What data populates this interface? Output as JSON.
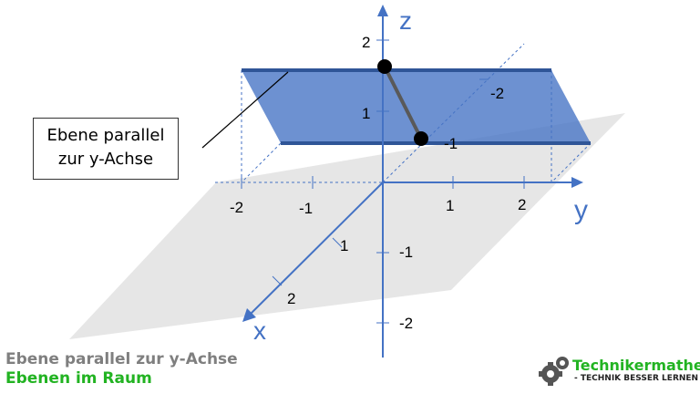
{
  "diagram": {
    "axes": {
      "x": "x",
      "y": "y",
      "z": "z"
    },
    "y_ticks": [
      "-2",
      "-1",
      "1",
      "2"
    ],
    "z_ticks": [
      "2",
      "1",
      "-1",
      "-2"
    ],
    "x_ticks": [
      "1",
      "2"
    ],
    "plane_depth_labels": [
      "-2",
      "-1"
    ],
    "callout_lines": [
      "Ebene parallel",
      "zur y-Achse"
    ],
    "colors": {
      "axis": "#4472c4",
      "plane": "#4472c4",
      "ground": "#d9d9d9",
      "point": "#000000"
    }
  },
  "caption": {
    "line1": "Ebene parallel zur y-Achse",
    "line2": "Ebenen im Raum"
  },
  "logo": {
    "name": "Technikermathe.de",
    "tagline": "- TECHNIK BESSER LERNEN -",
    "icon": "gears-icon"
  }
}
